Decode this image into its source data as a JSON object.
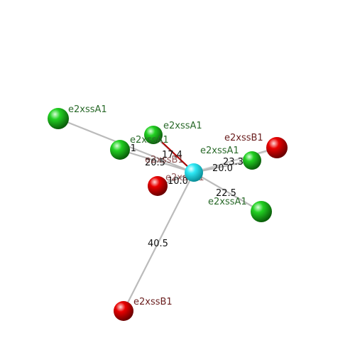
{
  "colors": {
    "center_atom": "#00e5f0",
    "chain_a_atom": "#22cc22",
    "chain_b_atom": "#e00000",
    "chain_a_label": "#2a6a2a",
    "chain_b_label": "#6a1e1e",
    "bond_line": "#bbbbbb",
    "highlight_bond": "#b00000",
    "bond_label": "#111111"
  },
  "center": {
    "label": "e2xssB1"
  },
  "atoms": [
    {
      "id": "a1",
      "chain": "A",
      "label": "e2xssA1"
    },
    {
      "id": "a2",
      "chain": "A",
      "label": "e2xssA1"
    },
    {
      "id": "a3",
      "chain": "A",
      "label": "e2xssA1"
    },
    {
      "id": "a4",
      "chain": "A",
      "label": "e2xssA1"
    },
    {
      "id": "a5",
      "chain": "A",
      "label": "e2xssA1"
    },
    {
      "id": "b1",
      "chain": "B",
      "label": "e2xssB1"
    },
    {
      "id": "b2",
      "chain": "B",
      "label": "e2xssB1"
    },
    {
      "id": "b3",
      "chain": "B",
      "label": "e2xssB1"
    }
  ],
  "bonds": [
    {
      "to": "a1",
      "distance": "38.1"
    },
    {
      "to": "a2",
      "distance": "17.4"
    },
    {
      "to": "a3",
      "distance": "20.5"
    },
    {
      "to": "a4",
      "distance": "20.0"
    },
    {
      "to": "b1",
      "distance": "23.3"
    },
    {
      "to": "a5",
      "distance": "22.5"
    },
    {
      "to": "b2",
      "distance": "10.0"
    },
    {
      "to": "b3",
      "distance": "40.5"
    }
  ],
  "overlay_labels": [
    {
      "text": "e2xssB1"
    },
    {
      "text": "e2xssB1"
    }
  ]
}
